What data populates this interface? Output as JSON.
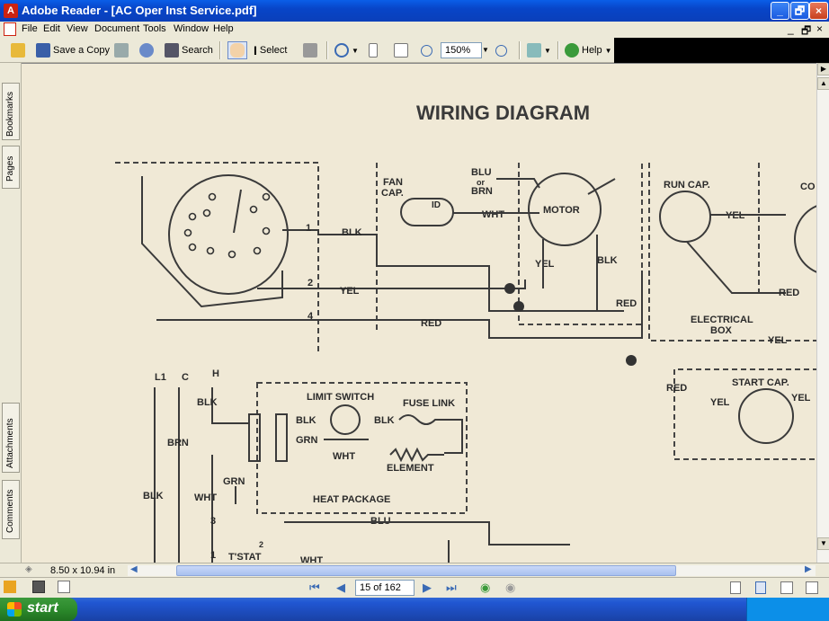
{
  "window": {
    "title": "Adobe Reader - [AC Oper Inst Service.pdf]",
    "minimize": "_",
    "restore": "🗗",
    "close": "×"
  },
  "menu": {
    "items": [
      "File",
      "Edit",
      "View",
      "Document",
      "Tools",
      "Window",
      "Help"
    ],
    "doc_min": "_",
    "doc_restore": "🗗",
    "doc_close": "×"
  },
  "toolbar": {
    "save_copy": "Save a Copy",
    "search": "Search",
    "select": "Select",
    "zoom": "150%",
    "help": "Help"
  },
  "side_tabs": [
    "Bookmarks",
    "Pages",
    "Attachments",
    "Comments"
  ],
  "diagram": {
    "title": "WIRING DIAGRAM",
    "labels": {
      "fan_cap": "FAN",
      "fan_cap2": "CAP.",
      "blu": "BLU",
      "or": "or",
      "brn": "BRN",
      "motor": "MOTOR",
      "id": "ID",
      "wht": "WHT",
      "run_cap": "RUN CAP.",
      "co": "CO",
      "yel": "YEL",
      "blk": "BLK",
      "red": "RED",
      "electrical_box": "ELECTRICAL",
      "box": "BOX",
      "start_cap": "START CAP.",
      "limit_switch": "LIMIT SWITCH",
      "fuse_link": "FUSE LINK",
      "grn": "GRN",
      "element": "ELEMENT",
      "heat_package": "HEAT PACKAGE",
      "l1": "L1",
      "c": "C",
      "h": "H",
      "tstat": "T'STAT",
      "n1": "1",
      "n2": "2",
      "n3": "3",
      "n4": "4"
    }
  },
  "status": {
    "page_size": "8.50 x 10.94 in",
    "page": "15 of 162"
  },
  "taskbar": {
    "start": "start"
  },
  "colors": {
    "titlebar": "#0845c8",
    "paper": "#f0e9d6",
    "taskbar": "#2157d3",
    "start": "#2c8a2c"
  }
}
